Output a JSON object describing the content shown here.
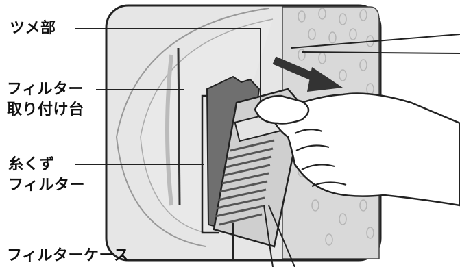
{
  "callouts": {
    "tsume": "ツメ部",
    "filter_mount_line1": "フィルター",
    "filter_mount_line2": "取り付け台",
    "lint_filter_line1": "糸くず",
    "lint_filter_line2": "フィルター",
    "filter_case": "フィルターケース"
  },
  "colors": {
    "panel": "#e6e6e6",
    "drum": "#dcdcdc",
    "filter_body": "#707070",
    "filter_frame": "#cfcfcf",
    "skin": "#ffffff",
    "outline": "#222222",
    "arrow": "#333333"
  }
}
